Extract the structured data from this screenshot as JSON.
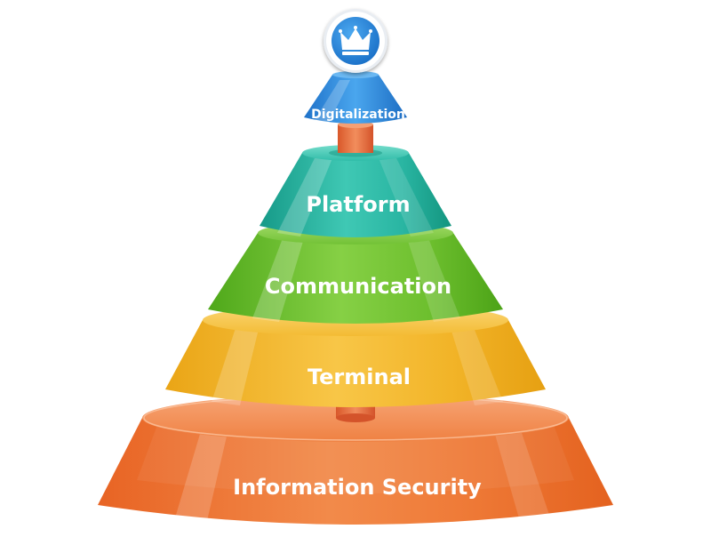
{
  "pyramid": {
    "top": {
      "label": "Digitalization",
      "icon": "crown-icon"
    },
    "layers": [
      {
        "key": "platform",
        "label": "Platform",
        "color": "#2bb6a4"
      },
      {
        "key": "communication",
        "label": "Communication",
        "color": "#6cc233"
      },
      {
        "key": "terminal",
        "label": "Terminal",
        "color": "#f2b52e"
      },
      {
        "key": "information_security",
        "label": "Information Security",
        "color": "#ef7a3a"
      }
    ],
    "colors": {
      "top_blue": "#2f8fe0",
      "connector": "#e7764a"
    }
  }
}
